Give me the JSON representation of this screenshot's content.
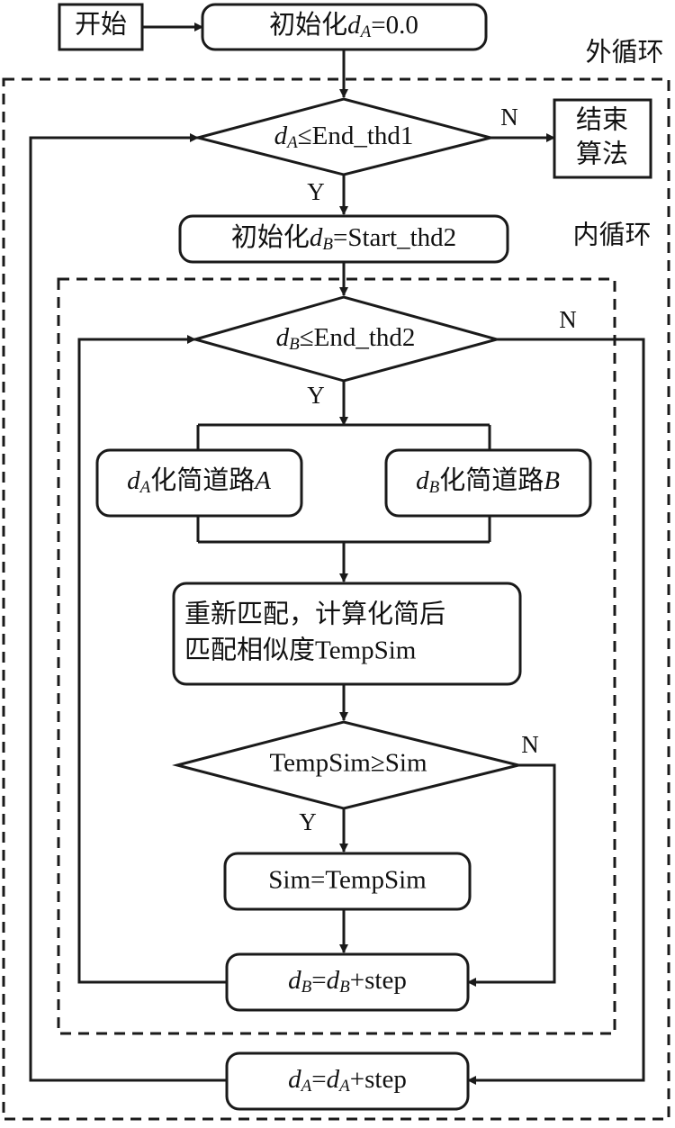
{
  "flowchart": {
    "start": "开始",
    "init_a": {
      "prefix": "初始化",
      "var": "d",
      "sub": "A",
      "suffix": "=0.0"
    },
    "outer_label": "外循环",
    "inner_label": "内循环",
    "cond_a": {
      "var": "d",
      "sub": "A",
      "op": "≤End_thd1"
    },
    "end": {
      "line1": "结束",
      "line2": "算法"
    },
    "init_b": {
      "prefix": "初始化",
      "var": "d",
      "sub": "B",
      "suffix": "=Start_thd2"
    },
    "cond_b": {
      "var": "d",
      "sub": "B",
      "op": "≤End_thd2"
    },
    "simplify_a": {
      "var": "d",
      "sub": "A",
      "text": "化简道路",
      "target": "A"
    },
    "simplify_b": {
      "var": "d",
      "sub": "B",
      "text": "化简道路",
      "target": "B"
    },
    "rematch": {
      "line1": "重新匹配，计算化简后",
      "line2": "匹配相似度TempSim"
    },
    "cond_sim": "TempSim≥Sim",
    "assign_sim": "Sim=TempSim",
    "step_b": {
      "var1": "d",
      "sub1": "B",
      "eq": "=",
      "var2": "d",
      "sub2": "B",
      "plus": "+step"
    },
    "step_a": {
      "var1": "d",
      "sub1": "A",
      "eq": "=",
      "var2": "d",
      "sub2": "A",
      "plus": "+step"
    },
    "labels": {
      "yes": "Y",
      "no": "N"
    }
  }
}
